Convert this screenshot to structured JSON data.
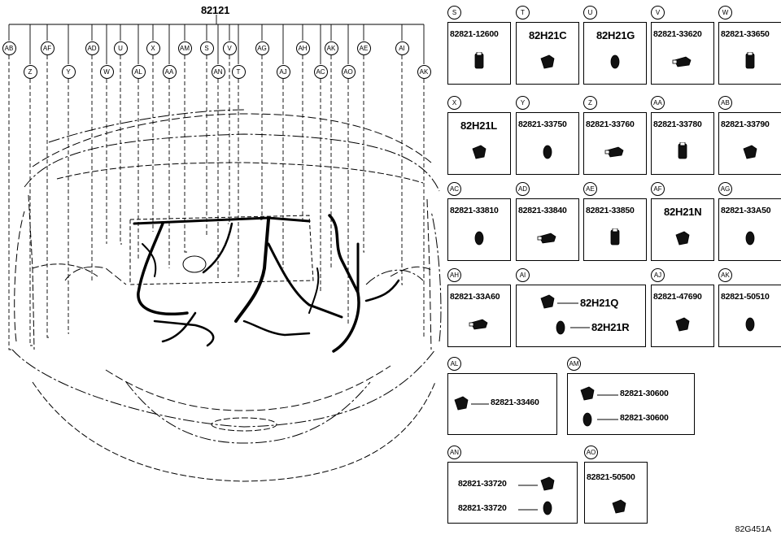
{
  "main_part": "82121",
  "callouts_top": [
    "AB",
    "AF",
    "AD",
    "U",
    "X",
    "AM",
    "S",
    "V",
    "AG",
    "AH",
    "AK",
    "AE",
    "AI"
  ],
  "callouts_lower": [
    "Z",
    "Y",
    "W",
    "AL",
    "AA",
    "AN",
    "T",
    "AJ",
    "AC",
    "AO",
    "AK"
  ],
  "panels": [
    {
      "id": "S",
      "parts": [
        "82821-12600"
      ]
    },
    {
      "id": "T",
      "parts": [
        "82H21C"
      ]
    },
    {
      "id": "U",
      "parts": [
        "82H21G"
      ]
    },
    {
      "id": "V",
      "parts": [
        "82821-33620"
      ]
    },
    {
      "id": "W",
      "parts": [
        "82821-33650"
      ]
    },
    {
      "id": "X",
      "parts": [
        "82H21L"
      ]
    },
    {
      "id": "Y",
      "parts": [
        "82821-33750"
      ]
    },
    {
      "id": "Z",
      "parts": [
        "82821-33760"
      ]
    },
    {
      "id": "AA",
      "parts": [
        "82821-33780"
      ]
    },
    {
      "id": "AB",
      "parts": [
        "82821-33790"
      ]
    },
    {
      "id": "AC",
      "parts": [
        "82821-33810"
      ]
    },
    {
      "id": "AD",
      "parts": [
        "82821-33840"
      ]
    },
    {
      "id": "AE",
      "parts": [
        "82821-33850"
      ]
    },
    {
      "id": "AF",
      "parts": [
        "82H21N"
      ]
    },
    {
      "id": "AG",
      "parts": [
        "82821-33A50"
      ]
    },
    {
      "id": "AH",
      "parts": [
        "82821-33A60"
      ]
    },
    {
      "id": "AI",
      "parts": [
        "82H21Q",
        "82H21R"
      ]
    },
    {
      "id": "AJ",
      "parts": [
        "82821-47690"
      ]
    },
    {
      "id": "AK",
      "parts": [
        "82821-50510"
      ]
    },
    {
      "id": "AL",
      "parts": [
        "82821-33460"
      ]
    },
    {
      "id": "AM",
      "parts": [
        "82821-30600",
        "82821-30600"
      ]
    },
    {
      "id": "AN",
      "parts": [
        "82821-33720",
        "82821-33720"
      ]
    },
    {
      "id": "AO",
      "parts": [
        "82821-50500"
      ]
    }
  ],
  "figure_code": "82G451A"
}
